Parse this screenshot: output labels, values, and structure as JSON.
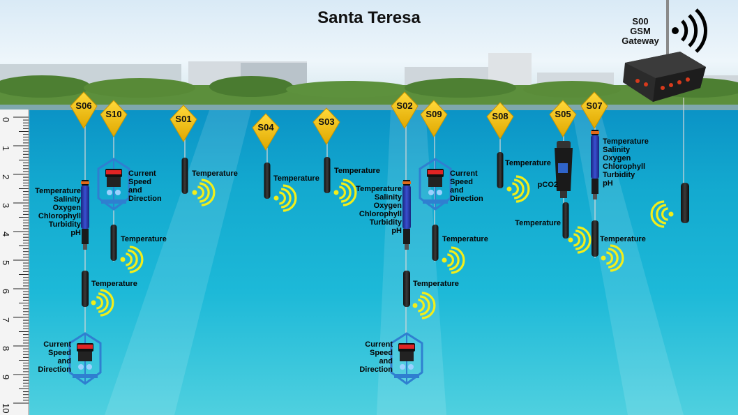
{
  "title": "Santa Teresa",
  "gateway": {
    "id": "S00",
    "line1": "GSM",
    "line2": "Gateway",
    "icon": "wifi-signal-icon"
  },
  "depth_scale": {
    "ticks": [
      "0",
      "1",
      "2",
      "3",
      "4",
      "5",
      "6",
      "7",
      "8",
      "9",
      "10"
    ]
  },
  "stations": {
    "S06": {
      "id": "S06",
      "multi": [
        "Temperature",
        "Salinity",
        "Oxygen",
        "Chlorophyll",
        "Turbidity",
        "pH"
      ],
      "temp": "Temperature",
      "current": [
        "Current",
        "Speed",
        "and",
        "Direction"
      ]
    },
    "S10": {
      "id": "S10",
      "current": [
        "Current",
        "Speed",
        "and",
        "Direction"
      ],
      "temp": "Temperature"
    },
    "S01": {
      "id": "S01",
      "temp": "Temperature"
    },
    "S04": {
      "id": "S04",
      "temp": "Temperature"
    },
    "S03": {
      "id": "S03",
      "temp": "Temperature"
    },
    "S02": {
      "id": "S02",
      "multi": [
        "Temperature",
        "Salinity",
        "Oxygen",
        "Chlorophyll",
        "Turbidity",
        "pH"
      ],
      "temp": "Temperature",
      "current": [
        "Current",
        "Speed",
        "and",
        "Direction"
      ]
    },
    "S09": {
      "id": "S09",
      "current": [
        "Current",
        "Speed",
        "and",
        "Direction"
      ],
      "temp": "Temperature"
    },
    "S08": {
      "id": "S08",
      "temp": "Temperature"
    },
    "S05": {
      "id": "S05",
      "pco2": "pCO2",
      "temp": "Temperature"
    },
    "S07": {
      "id": "S07",
      "multi": [
        "Temperature",
        "Salinity",
        "Oxygen",
        "Chlorophyll",
        "Turbidity",
        "pH"
      ],
      "temp": "Temperature"
    }
  },
  "colors": {
    "buoy": "#f6c516",
    "wave": "#f2ee1a",
    "probe_blue": "#2234a8",
    "water": "#13a9cf"
  }
}
